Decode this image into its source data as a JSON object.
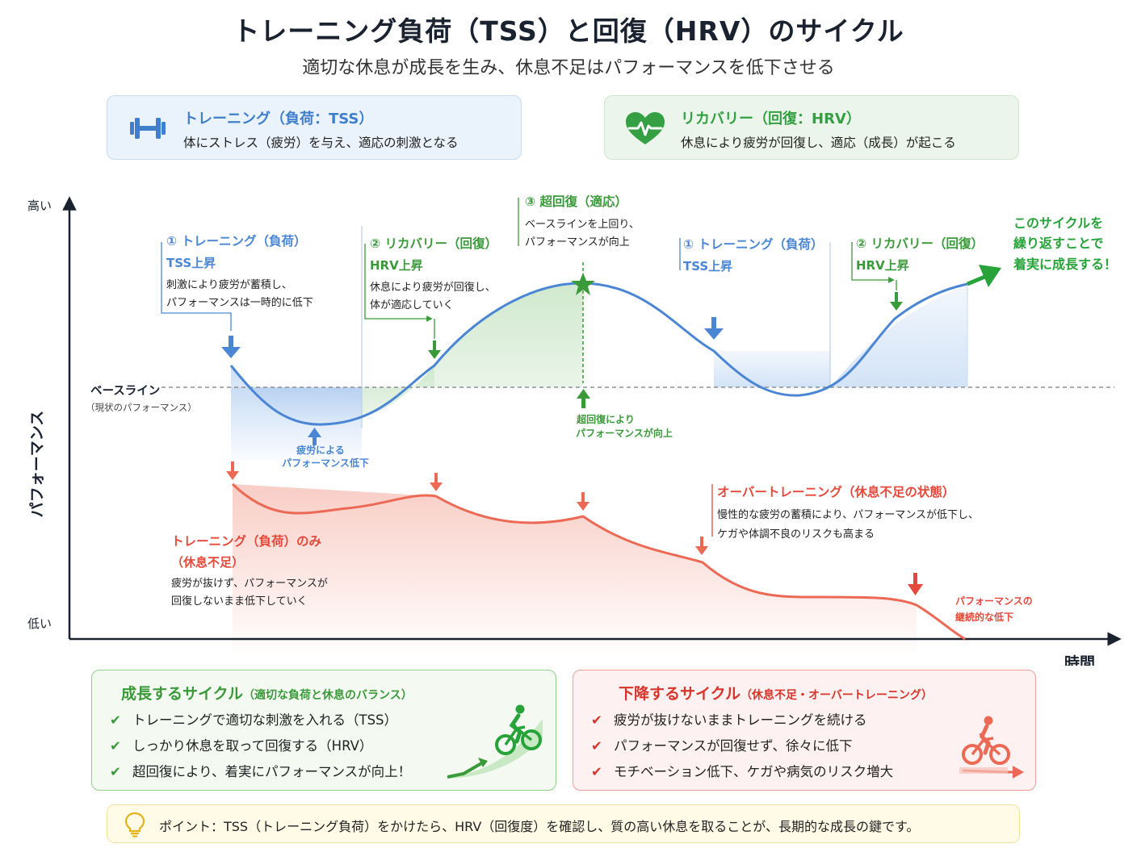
{
  "title": "トレーニング負荷（TSS）と回復（HRV）のサイクル",
  "subtitle": "適切な休息が成長を生み、休息不足はパフォーマンスを低下させる",
  "cards": {
    "training": {
      "title": "トレーニング（負荷：TSS）",
      "desc": "体にストレス（疲労）を与え、適応の刺激となる",
      "icon": "dumbbell-icon",
      "color": "#3f7fcc"
    },
    "recovery": {
      "title": "リカバリー（回復：HRV）",
      "desc": "休息により疲労が回復し、適応（成長）が起こる",
      "icon": "heart-pulse-icon",
      "color": "#35a043"
    }
  },
  "axes": {
    "y_label": "パフォーマンス",
    "y_high": "高い",
    "y_low": "低い",
    "x_label": "時間",
    "baseline": "ベースライン",
    "baseline_sub": "（現状のパフォーマンス）"
  },
  "annotations": {
    "phase1": {
      "title": "① トレーニング（負荷）",
      "sub": "TSS上昇",
      "line1": "刺激により疲労が蓄積し、",
      "line2": "パフォーマンスは一時的に低下"
    },
    "phase2": {
      "title": "② リカバリー（回復）",
      "sub": "HRV上昇",
      "line1": "休息により疲労が回復し、",
      "line2": "体が適応していく"
    },
    "phase3": {
      "title": "③ 超回復（適応）",
      "line1": "ベースラインを上回り、",
      "line2": "パフォーマンスが向上"
    },
    "phase4": {
      "title": "① トレーニング（負荷）",
      "sub": "TSS上昇"
    },
    "phase5": {
      "title": "② リカバリー（回復）",
      "sub": "HRV上昇"
    },
    "repeat": {
      "line1": "このサイクルを",
      "line2": "繰り返すことで",
      "line3": "着実に成長する！"
    },
    "dip": {
      "line1": "疲労による",
      "line2": "パフォーマンス低下"
    },
    "supercomp": {
      "line1": "超回復により",
      "line2": "パフォーマンスが向上"
    },
    "bad_only": {
      "title": "トレーニング（負荷）のみ",
      "sub": "（休息不足）",
      "line1": "疲労が抜けず、パフォーマンスが",
      "line2": "回復しないまま低下していく"
    },
    "overtraining": {
      "title": "オーバートレーニング（休息不足の状態）",
      "line1": "慢性的な疲労の蓄積により、パフォーマンスが低下し、",
      "line2": "ケガや体調不良のリスクも高まる"
    },
    "decline": {
      "line1": "パフォーマンスの",
      "line2": "継続的な低下"
    }
  },
  "chart_data": {
    "type": "line",
    "title": "",
    "xlabel": "時間",
    "ylabel": "パフォーマンス",
    "series": [
      {
        "name": "成長するサイクル",
        "color": "#4a86d4"
      },
      {
        "name": "下降するサイクル",
        "color": "#ec6a55"
      }
    ]
  },
  "bottom": {
    "good": {
      "title": "成長するサイクル",
      "subtitle": "（適切な負荷と休息のバランス）",
      "items": [
        "トレーニングで適切な刺激を入れる（TSS）",
        "しっかり休息を取って回復する（HRV）",
        "超回復により、着実にパフォーマンスが向上！"
      ],
      "icon": "cyclist-uphill-icon"
    },
    "bad": {
      "title": "下降するサイクル",
      "subtitle": "（休息不足・オーバートレーニング）",
      "items": [
        "疲労が抜けないままトレーニングを続ける",
        "パフォーマンスが回復せず、徐々に低下",
        "モチベーション低下、ケガや病気のリスク増大"
      ],
      "icon": "cyclist-downhill-icon"
    }
  },
  "tip": {
    "text": "ポイント：TSS（トレーニング負荷）をかけたら、HRV（回復度）を確認し、質の高い休息を取ることが、長期的な成長の鍵です。",
    "icon": "lightbulb-icon"
  },
  "colors": {
    "blue": "#4a86d4",
    "green": "#3a9a3a",
    "red": "#e4493b",
    "dark": "#1a2230"
  }
}
